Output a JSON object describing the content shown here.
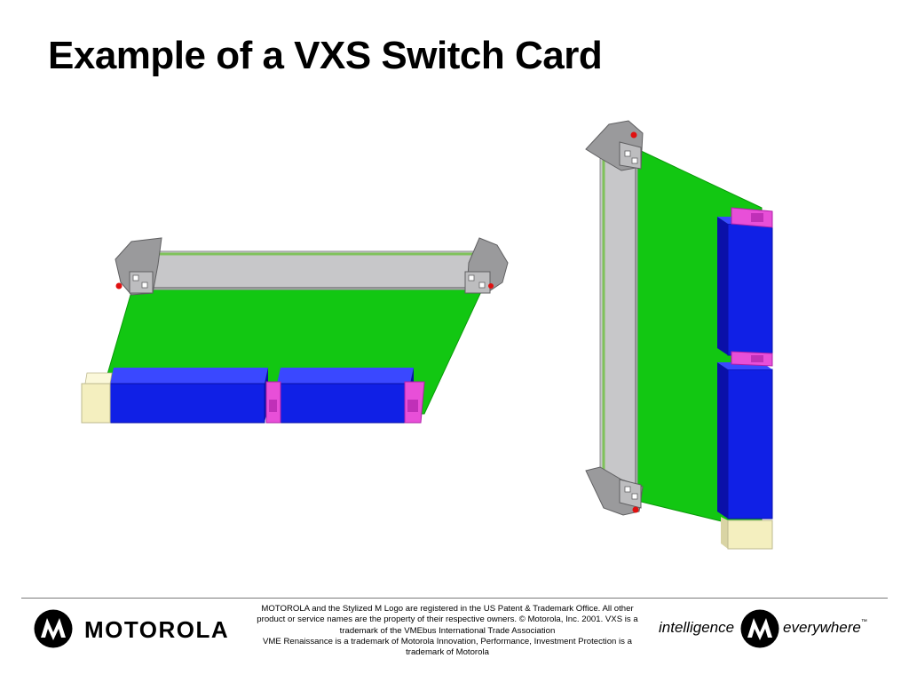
{
  "title": "Example of a VXS Switch Card",
  "colors": {
    "pcb": "#12c712",
    "pcb_edge": "#0a9a0a",
    "front_panel": "#c7c7c9",
    "panel_edge": "#a0a0a2",
    "connector_blue": "#1020e6",
    "connector_blue_dark": "#0a10a8",
    "connector_blue_top": "#3a48ff",
    "guide_magenta": "#e84fd8",
    "guide_magenta_dark": "#b020a8",
    "key_cream": "#f4efbf",
    "handle_gray": "#9a9a9c",
    "handle_red": "#e01010"
  },
  "footer": {
    "brand": "MOTOROLA",
    "legal_lines": [
      "MOTOROLA and the Stylized M Logo are registered in the US Patent & Trademark Office. All other",
      "product or service names are the property of their respective owners.  © Motorola, Inc. 2001.  VXS is a",
      "trademark of the VMEbus International Trade Association",
      "VME Renaissance is a trademark of Motorola Innovation, Performance, Investment Protection is a",
      "trademark of Motorola"
    ],
    "tagline_left": "intelligence",
    "tagline_right": "everywhere",
    "tagline_mark": "™"
  }
}
